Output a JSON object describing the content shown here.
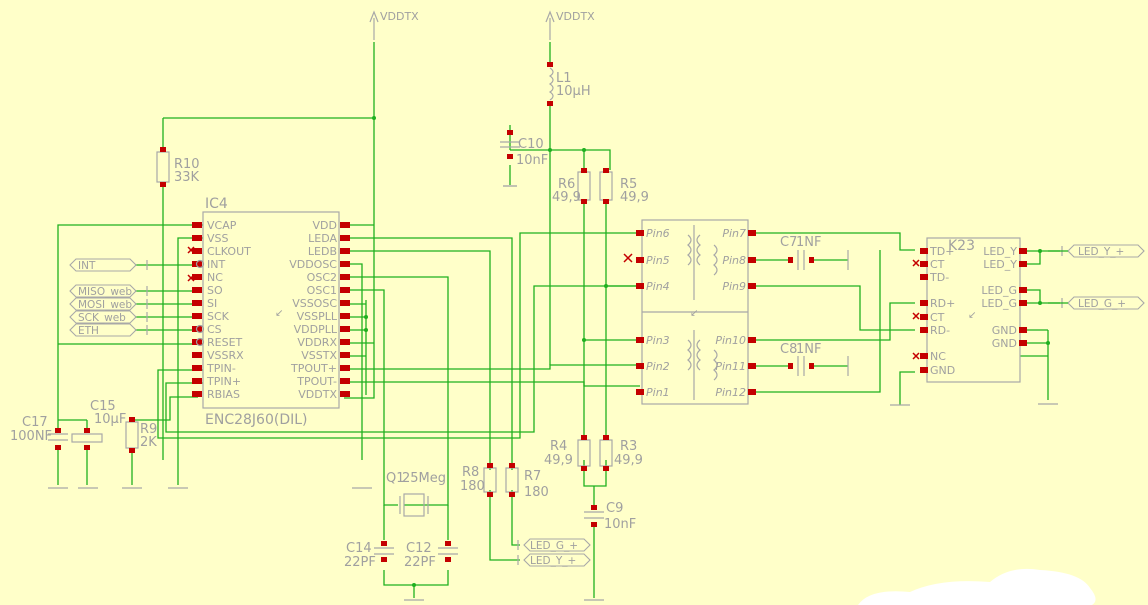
{
  "power": {
    "top_left": "VDDTX",
    "top_right": "VDDTX"
  },
  "ic4": {
    "ref": "IC4",
    "part": "ENC28J60(DIL)",
    "left_pins": [
      "VCAP",
      "VSS",
      "CLKOUT",
      "INT",
      "NC",
      "SO",
      "SI",
      "SCK",
      "CS",
      "RESET",
      "VSSRX",
      "TPIN-",
      "TPIN+",
      "RBIAS"
    ],
    "right_pins": [
      "VDD",
      "LEDA",
      "LEDB",
      "VDDOSC",
      "OSC2",
      "OSC1",
      "VSSOSC",
      "VSSPLL",
      "VDDPLL",
      "VDDRX",
      "VSSTX",
      "TPOUT+",
      "TPOUT-",
      "VDDTX"
    ]
  },
  "nets_left": [
    "INT",
    "MISO_web",
    "MOSI_web",
    "SCK_web",
    "ETH"
  ],
  "nets_bottom": [
    "LED_G_+",
    "LED_Y_+"
  ],
  "nets_right": [
    "LED_Y_+",
    "LED_G_+"
  ],
  "transformer": {
    "left_pins": [
      "Pin6",
      "Pin5",
      "Pin4",
      "Pin3",
      "Pin2",
      "Pin1"
    ],
    "right_pins": [
      "Pin7",
      "Pin8",
      "Pin9",
      "Pin10",
      "Pin11",
      "Pin12"
    ]
  },
  "k23": {
    "ref": "K23",
    "left_pins": [
      "TD+",
      "CT",
      "TD-",
      "RD+",
      "CT",
      "RD-",
      "NC",
      "GND"
    ],
    "right_pins": [
      "LED_Y",
      "LED_Y",
      "LED_G",
      "LED_G",
      "GND",
      "GND"
    ]
  },
  "components": {
    "R10": {
      "ref": "R10",
      "value": "33K"
    },
    "L1": {
      "ref": "L1",
      "value": "10µH"
    },
    "C10": {
      "ref": "C10",
      "value": "10nF"
    },
    "R6": {
      "ref": "R6",
      "value": "49,9"
    },
    "R5": {
      "ref": "R5",
      "value": "49,9"
    },
    "C7": {
      "ref": "C7",
      "value": "1NF"
    },
    "C8": {
      "ref": "C8",
      "value": "1NF"
    },
    "C17": {
      "ref": "C17",
      "value": "100NF"
    },
    "C15": {
      "ref": "C15",
      "value": "10µF"
    },
    "R9": {
      "ref": "R9",
      "value": "2K"
    },
    "Q1": {
      "ref": "Q1",
      "value": "25Meg"
    },
    "C14": {
      "ref": "C14",
      "value": "22PF"
    },
    "C12": {
      "ref": "C12",
      "value": "22PF"
    },
    "R8": {
      "ref": "R8",
      "value": "180"
    },
    "R7": {
      "ref": "R7",
      "value": "180"
    },
    "R4": {
      "ref": "R4",
      "value": "49,9"
    },
    "R3": {
      "ref": "R3",
      "value": "49,9"
    },
    "C9": {
      "ref": "C9",
      "value": "10nF"
    }
  }
}
